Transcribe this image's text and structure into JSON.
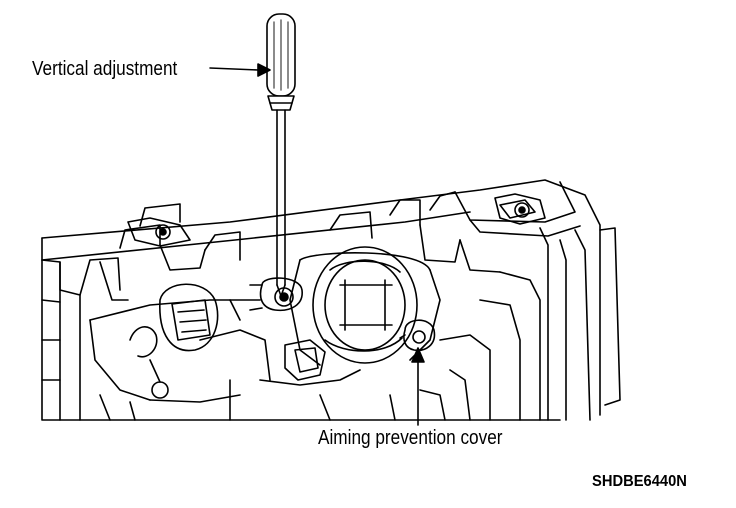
{
  "labels": {
    "vertical_adjustment": "Vertical adjustment",
    "aiming_prevention_cover": "Aiming prevention cover",
    "figure_code": "SHDBE6440N"
  },
  "colors": {
    "ink": "#000000",
    "paper": "#ffffff",
    "shade": "#6e6e6e"
  }
}
